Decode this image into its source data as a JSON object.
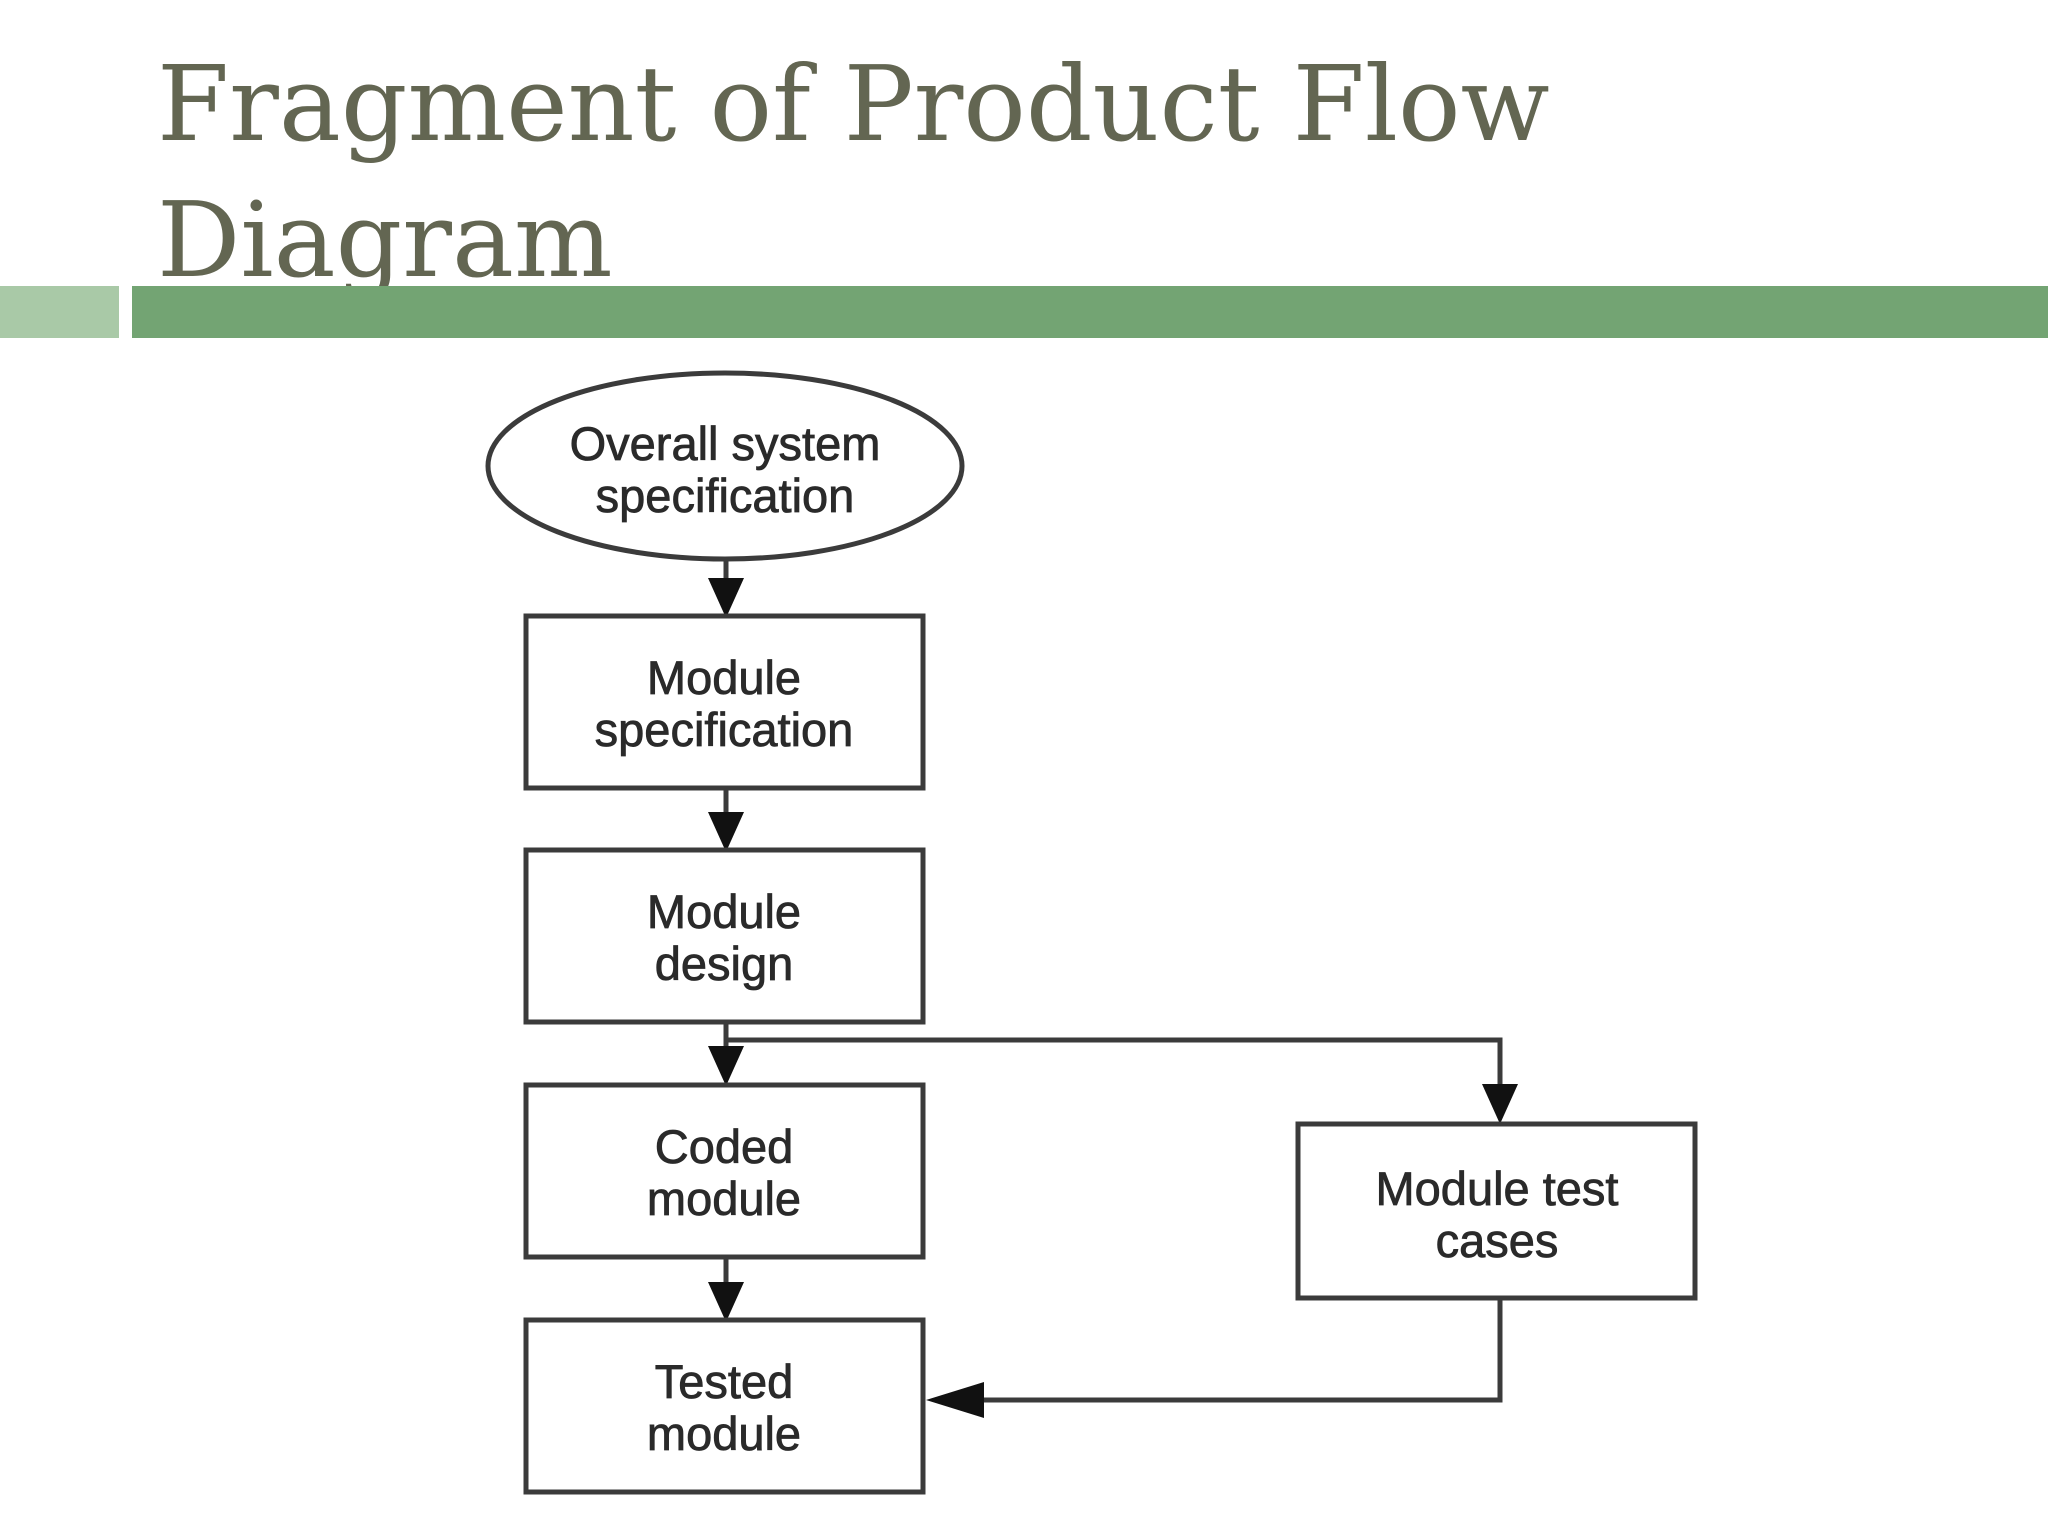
{
  "slide": {
    "title_line1": "Fragment of Product Flow",
    "title_line2": "Diagram"
  },
  "colors": {
    "title": "#636652",
    "accent_light": "#a9c9a7",
    "accent_main": "#73a473",
    "diagram_stroke": "#3b3b3b"
  },
  "diagram": {
    "nodes": {
      "overall_spec": {
        "shape": "ellipse",
        "line1": "Overall system",
        "line2": "specification"
      },
      "module_spec": {
        "shape": "rectangle",
        "line1": "Module",
        "line2": "specification"
      },
      "module_design": {
        "shape": "rectangle",
        "line1": "Module",
        "line2": "design"
      },
      "coded_module": {
        "shape": "rectangle",
        "line1": "Coded",
        "line2": "module"
      },
      "tested_module": {
        "shape": "rectangle",
        "line1": "Tested",
        "line2": "module"
      },
      "module_test_cases": {
        "shape": "rectangle",
        "line1": "Module test",
        "line2": "cases"
      }
    },
    "edges": [
      {
        "from": "overall_spec",
        "to": "module_spec"
      },
      {
        "from": "module_spec",
        "to": "module_design"
      },
      {
        "from": "module_design",
        "to": "coded_module"
      },
      {
        "from": "module_design",
        "to": "module_test_cases"
      },
      {
        "from": "coded_module",
        "to": "tested_module"
      },
      {
        "from": "module_test_cases",
        "to": "tested_module"
      }
    ]
  }
}
